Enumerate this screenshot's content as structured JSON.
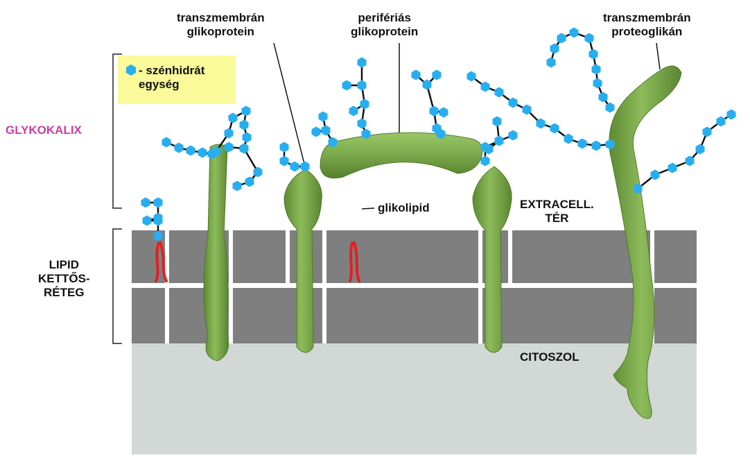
{
  "labels": {
    "transmembrane_glycoprotein": "transzmembrán\nglikoprotein",
    "peripheral_glycoprotein": "perifériás\nglikoprotein",
    "transmembrane_proteoglycan": "transzmembrán\nproteoglikán",
    "glycocalyx": "GLYKOKALIX",
    "carbohydrate_unit": "- szénhidrát\negység",
    "glycolipid": "glikolipid",
    "extracellular_space": "EXTRACELL.\nTÉR",
    "lipid_bilayer": "LIPID\nKETTŐS-\nRÉTEG",
    "cytosol": "CITOSZOL"
  },
  "colors": {
    "glycocalyx_label": "#c93ea7",
    "legend_background": "#fafa9a",
    "membrane": "#7f7f7f",
    "cytosol": "#d2d8d5",
    "protein": "#7aa84a",
    "protein_dark": "#5a8530",
    "sugar": "#27aef0",
    "lipid_tail": "#e02020"
  }
}
